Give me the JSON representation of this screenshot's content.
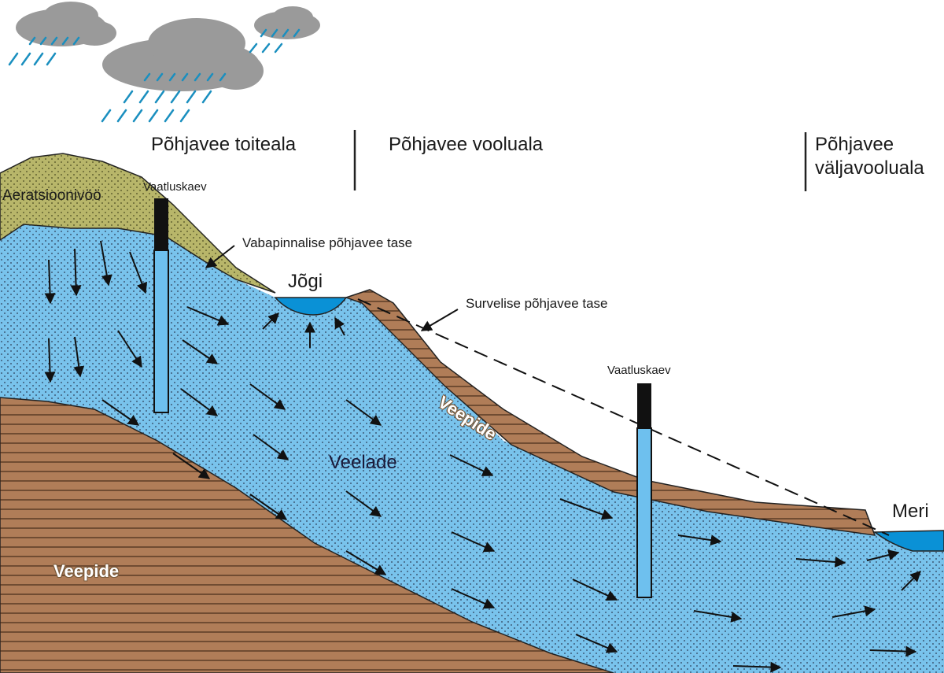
{
  "zones": {
    "recharge": "Põhjavee toiteala",
    "flow": "Põhjavee vooluala",
    "discharge_line1": "Põhjavee",
    "discharge_line2": "väljavooluala"
  },
  "labels": {
    "aeration": "Aeratsioonivöö",
    "well1": "Vaatluskaev",
    "well2": "Vaatluskaev",
    "water_table": "Vabapinnalise põhjavee tase",
    "river": "Jõgi",
    "pressure_level": "Survelise põhjavee tase",
    "aquitard_upper": "Veepide",
    "aquifer": "Veelade",
    "aquitard_lower": "Veepide",
    "sea": "Meri"
  },
  "colors": {
    "aquifer": "#79c3ec",
    "aquitard": "#b07d58",
    "aeration": "#b8b66a",
    "water": "#0a91d6",
    "cloud": "#9a9a9a",
    "rain": "#1a8fbf"
  },
  "icons": [
    "cloud-icon",
    "rain-icon",
    "flow-arrow-icon"
  ]
}
